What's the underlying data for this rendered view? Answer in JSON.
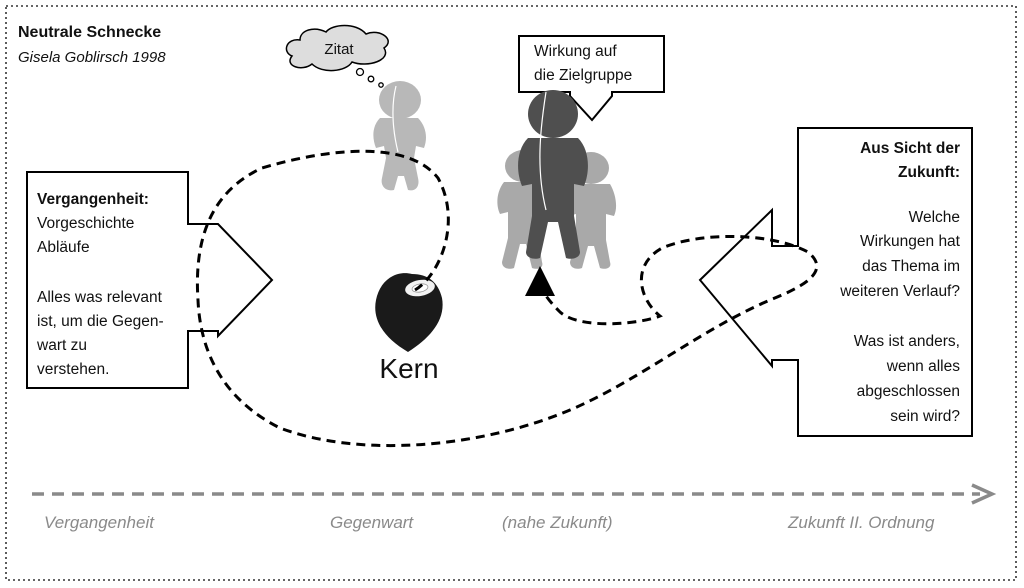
{
  "header": {
    "title": "Neutrale Schnecke",
    "subtitle": "Gisela Goblirsch 1998"
  },
  "left_box": {
    "heading": "Vergangenheit:",
    "lines": [
      "Vorgeschichte",
      "Abläufe",
      "",
      "Alles was relevant",
      "ist, um die Gegen-",
      "wart zu",
      "verstehen."
    ]
  },
  "right_box": {
    "heading_lines": [
      "Aus Sicht der",
      "Zukunft:"
    ],
    "lines": [
      "",
      "Welche",
      "Wirkungen hat",
      "das Thema im",
      "weiteren Verlauf?",
      "",
      "Was ist anders,",
      "wenn alles",
      "abgeschlossen",
      "sein wird?"
    ]
  },
  "thought_bubble": {
    "label": "Zitat"
  },
  "callout_box": {
    "lines": [
      "Wirkung auf",
      "die Zielgruppe"
    ]
  },
  "center": {
    "label": "Kern"
  },
  "timeline": {
    "labels": [
      "Vergangenheit",
      "Gegenwart",
      "(nahe Zukunft)",
      "Zukunft II. Ordnung"
    ]
  },
  "colors": {
    "timeline": "#8a8a8a",
    "figure_light": "#b8b8b8",
    "figure_mid": "#9a9a9a",
    "figure_dark": "#555555",
    "nut": "#1a1a1a"
  },
  "icons": [
    "thinking-figure-icon",
    "target-group-figures-icon",
    "nut-core-icon"
  ]
}
